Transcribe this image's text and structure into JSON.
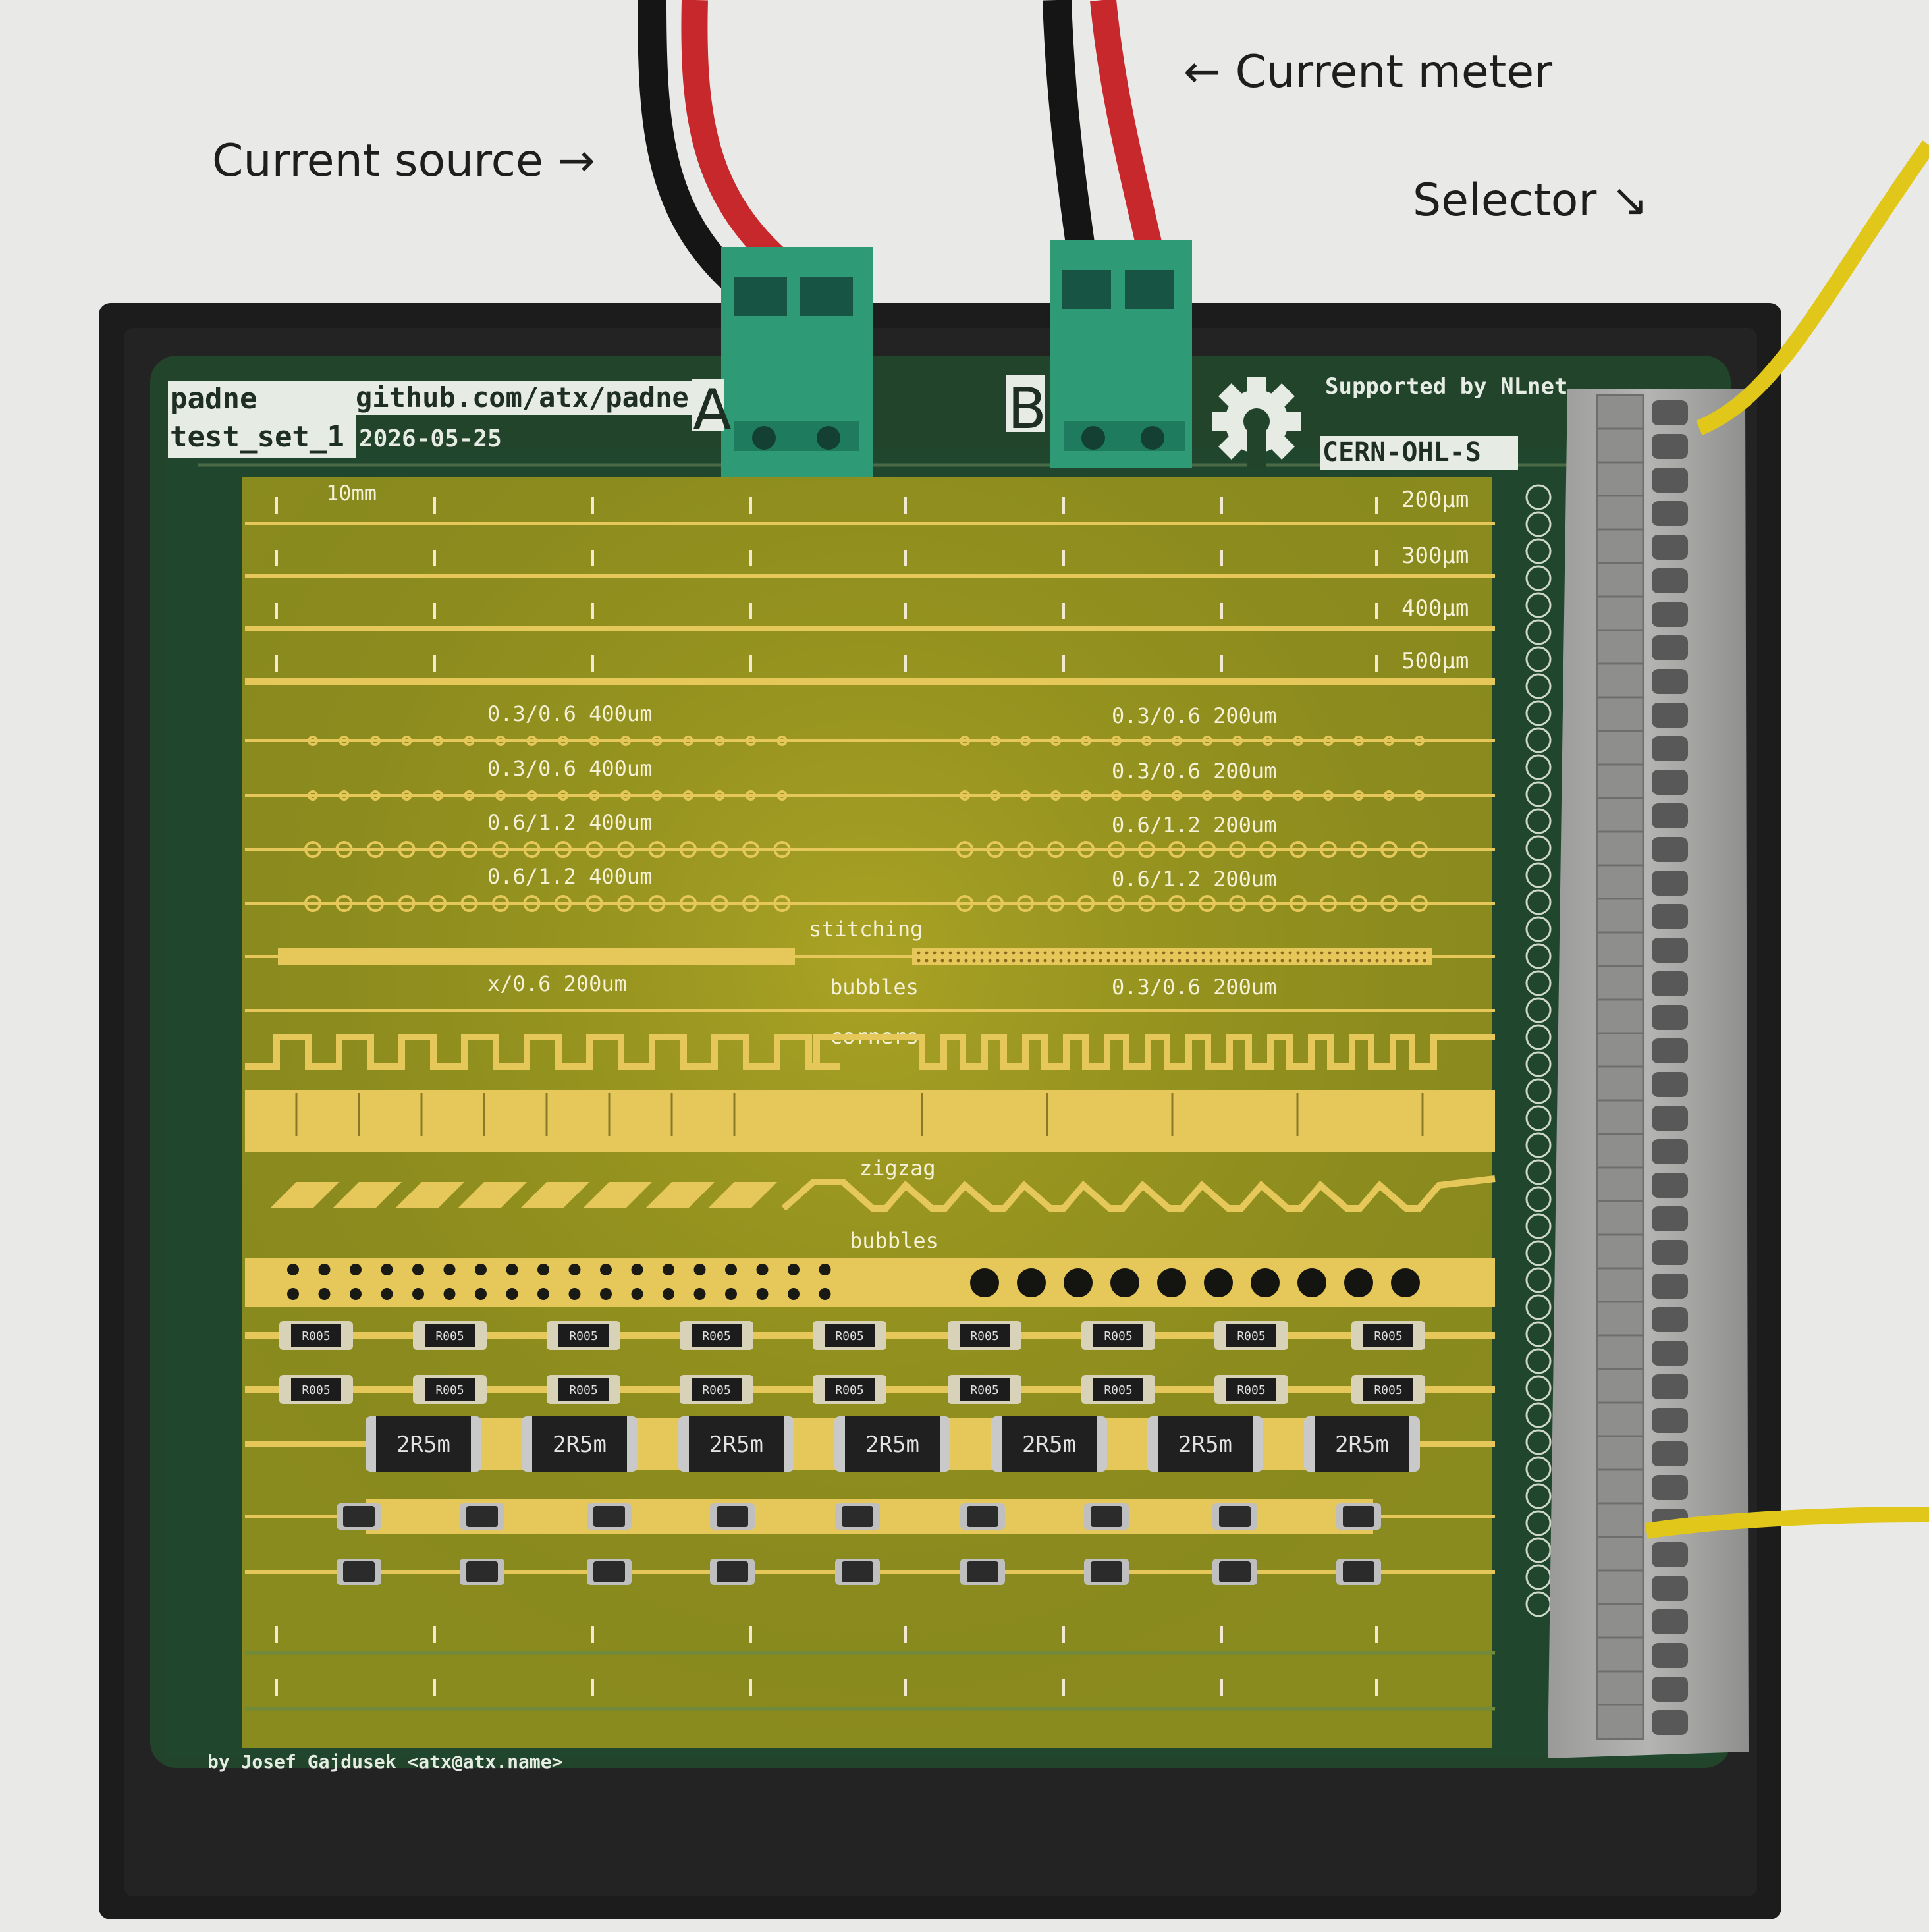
{
  "annotations": {
    "current_source": "Current source →",
    "current_meter": "← Current meter",
    "selector": "Selector ↘"
  },
  "board": {
    "name_line1": "padne",
    "name_line2": "test_set_1",
    "url": "github.com/atx/padne",
    "date": "2026-05-25",
    "connector_a": "A",
    "connector_b": "B",
    "supported_by": "Supported by NLnet",
    "license": "CERN-OHL-S",
    "author": "by Josef Gajdusek <atx@atx.name>",
    "scale_label": "10mm",
    "trace_widths": [
      "200µm",
      "300µm",
      "400µm",
      "500µm"
    ],
    "via_labels_left": [
      "0.3/0.6 400um",
      "0.3/0.6 400um",
      "0.6/1.2 400um",
      "0.6/1.2 400um"
    ],
    "via_labels_right": [
      "0.3/0.6 200um",
      "0.3/0.6 200um",
      "0.6/1.2 200um",
      "0.6/1.2 200um"
    ],
    "stitching": "stitching",
    "bubbles_top_left": "x/0.6 200um",
    "bubbles_top_mid": "bubbles",
    "bubbles_top_right": "0.3/0.6 200um",
    "corners": "corners",
    "zigzag": "zigzag",
    "bubbles_bottom": "bubbles",
    "resistor_small_row1": [
      "R005",
      "R005",
      "R005",
      "R005",
      "R005",
      "R005",
      "R005",
      "R005",
      "R005"
    ],
    "resistor_small_row2": [
      "R005",
      "R005",
      "R005",
      "R005",
      "R005",
      "R005",
      "R005",
      "R005",
      "R005"
    ],
    "resistor_large": [
      "2R5m",
      "2R5m",
      "2R5m",
      "2R5m",
      "2R5m",
      "2R5m",
      "2R5m"
    ]
  },
  "colors": {
    "background": "#e9e9e7",
    "frame": "#1c1c1c",
    "solder_mask": "#21442b",
    "copper_area": "#8a8b1e",
    "exposed_copper": "#e6c85a",
    "terminal_green": "#2f9a76",
    "selector_gray": "#a7a7a5",
    "wire_yellow": "#e1c71a",
    "wire_red": "#c6282b",
    "wire_black": "#151515"
  }
}
